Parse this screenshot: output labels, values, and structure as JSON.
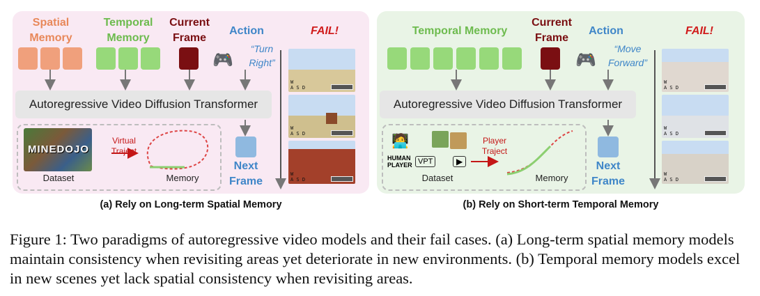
{
  "panel_a": {
    "spatial_memory": "Spatial\nMemory",
    "temporal_memory": "Temporal\nMemory",
    "current_frame": "Current\nFrame",
    "action": "Action",
    "action_quote": "“Turn\nRight”",
    "fail": "FAIL!",
    "transformer": "Autoregressive Video Diffusion Transformer",
    "logo": "MINEDOJO",
    "dataset": "Dataset",
    "virtual_traject": "Virtual\nTraject",
    "memory": "Memory",
    "next_frame": "Next\nFrame",
    "subcaption": "(a) Rely on Long-term Spatial Memory"
  },
  "panel_b": {
    "temporal_memory": "Temporal Memory",
    "current_frame": "Current\nFrame",
    "action": "Action",
    "action_quote": "“Move\nForward”",
    "fail": "FAIL!",
    "transformer": "Autoregressive Video Diffusion Transformer",
    "human_player": "HUMAN\nPLAYER",
    "vpt": "VPT",
    "dataset": "Dataset",
    "player_traject": "Player\nTraject",
    "memory": "Memory",
    "next_frame": "Next\nFrame",
    "subcaption": "(b) Rely on Short-term Temporal Memory"
  },
  "hud_keys": "W\nA S D",
  "caption": "Figure 1: Two paradigms of autoregressive video models and their fail cases. (a) Long-term spatial memory models maintain consistency when revisiting areas yet deteriorate in new environments. (b) Temporal memory models excel in new scenes yet lack spatial consistency when revisiting areas.",
  "colors": {
    "spatial": "#f0a07c",
    "temporal": "#97d97a",
    "current": "#7a0f12",
    "action_blue": "#3f86c8",
    "fail_red": "#d01c1c"
  }
}
